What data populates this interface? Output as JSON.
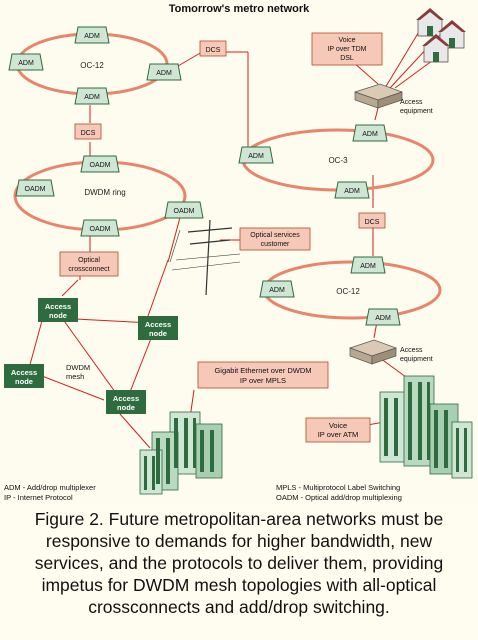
{
  "title": "Tomorrow's metro network",
  "rings": {
    "oc12_top": "OC-12",
    "dwdm": "DWDM ring",
    "oc3": "OC-3",
    "oc12_right": "OC-12"
  },
  "labels": {
    "adm": "ADM",
    "oadm": "OADM",
    "dcs": "DCS",
    "access_node": "Access node",
    "access_node_l1": "Access",
    "access_node_l2": "node",
    "dwdm_mesh_l1": "DWDM",
    "dwdm_mesh_l2": "mesh"
  },
  "callouts": {
    "voice_tdm": [
      "Voice",
      "IP over TDM",
      "DSL"
    ],
    "access_equipment_top": [
      "Access",
      "equipment"
    ],
    "optical_services": [
      "Optical services",
      "customer"
    ],
    "optical_crossconnect": [
      "Optical",
      "crossconnect"
    ],
    "access_equipment_right": [
      "Access",
      "equipment"
    ],
    "gigabit": [
      "Gigabit Ethernet over DWDM",
      "IP over MPLS"
    ],
    "voice_atm": [
      "Voice",
      "IP over ATM"
    ]
  },
  "legend": {
    "left": [
      "ADM - Add/drop multiplexer",
      "IP - Internet Protocol"
    ],
    "right": [
      "MPLS - Multiprotocol Label Switching",
      "OADM - Optical add/drop multiplexing"
    ]
  },
  "caption": [
    "Figure 2. Future metropolitan-area networks must be",
    "responsive to demands for higher bandwidth, new",
    "services, and the protocols to deliver them, providing",
    "impetus for DWDM mesh topologies with all-optical",
    "crossconnects and add/drop switching."
  ],
  "colors": {
    "ring": "#e8856a",
    "link": "#d42020",
    "node_green": "#2e6b3e",
    "box_fill": "#f5c8b8",
    "device_fill": "#cfe6d4"
  }
}
